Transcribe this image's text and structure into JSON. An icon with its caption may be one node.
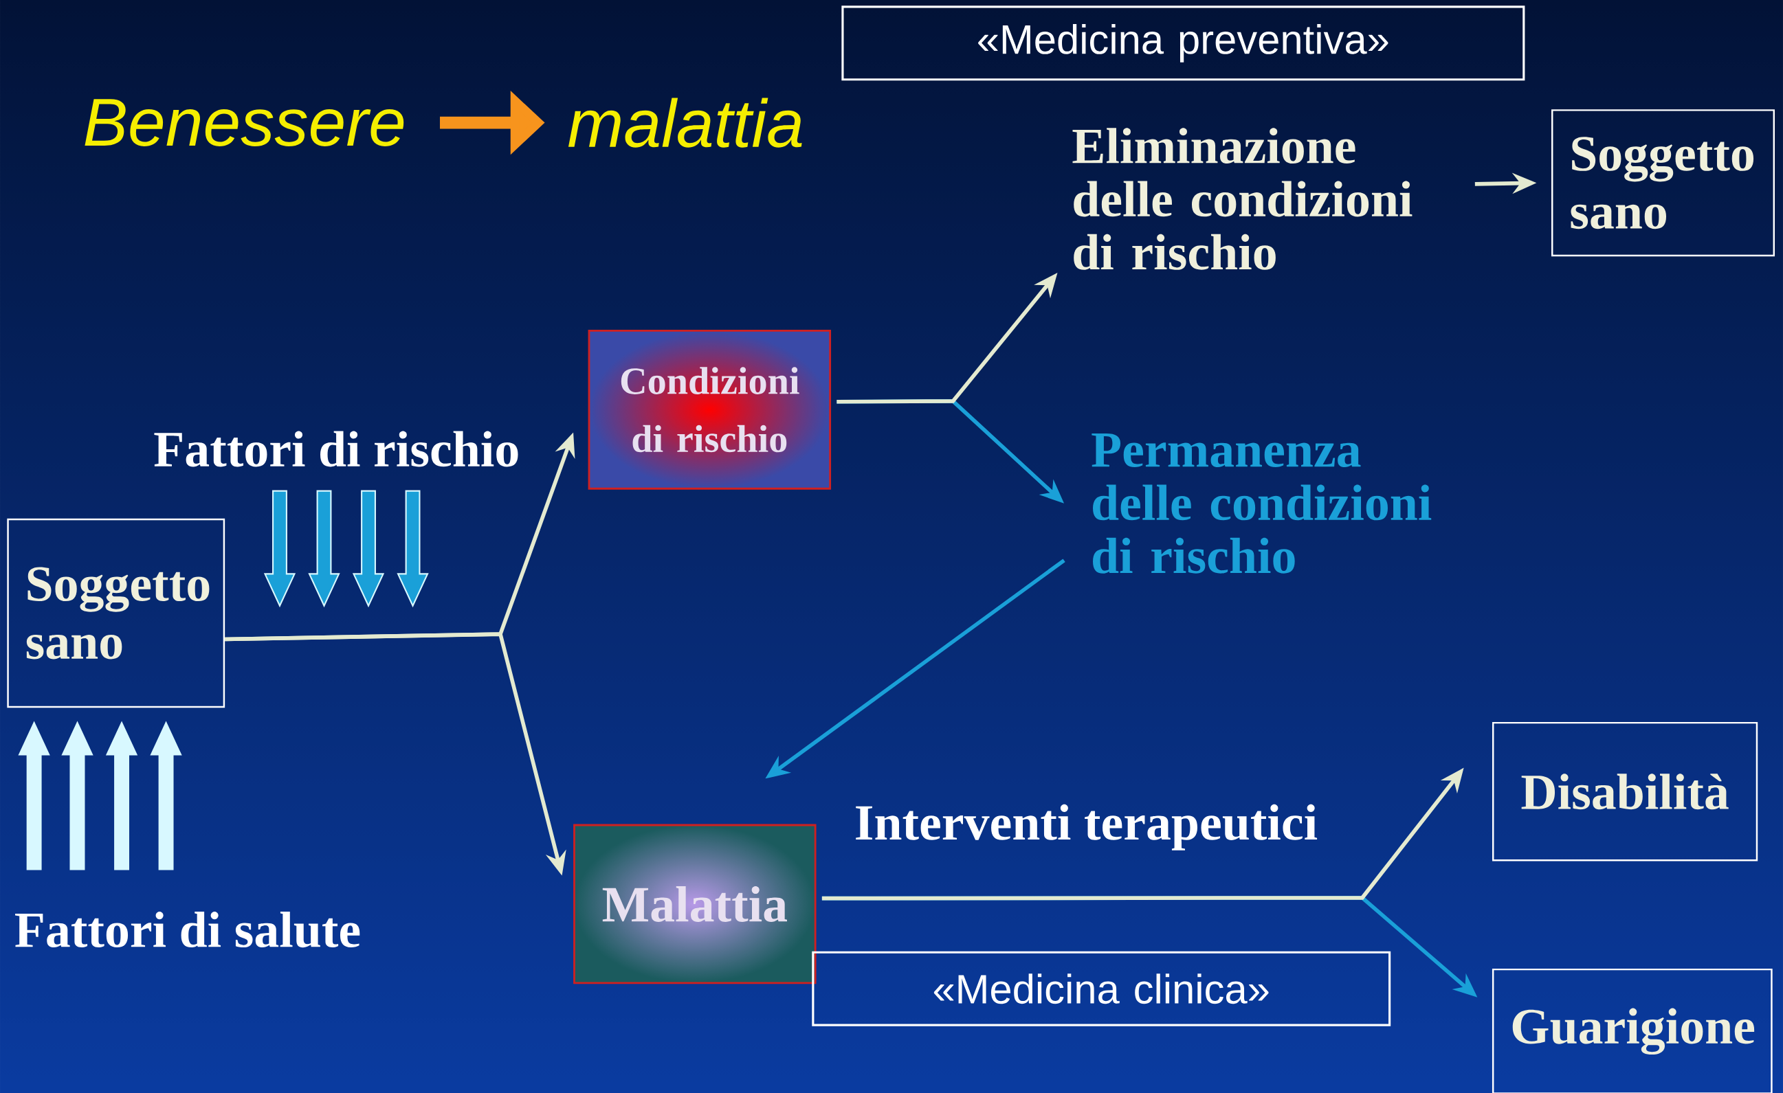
{
  "diagram": {
    "nodes": [
      {
        "text": [
          "Benessere"
        ]
      },
      {
        "text": [
          "malattia"
        ]
      },
      {
        "text": [
          "«Medicina preventiva»"
        ]
      },
      {
        "text": [
          "Soggetto sano"
        ]
      },
      {
        "text": [
          "Condizioni di rischio"
        ]
      },
      {
        "text": [
          "Malattia"
        ]
      },
      {
        "text": [
          "Eliminazione delle condizioni di rischio"
        ]
      },
      {
        "text": [
          "Soggetto sano"
        ]
      },
      {
        "text": [
          "Permanenza delle condizioni di rischio"
        ]
      },
      {
        "text": [
          "Disabilità"
        ]
      },
      {
        "text": [
          "Guarigione"
        ]
      },
      {
        "text": [
          "«Medicina clinica»"
        ]
      }
    ],
    "edges": [
      {
        "from": 0,
        "to": 1,
        "arrow": "to",
        "style": "thick",
        "color": "#f7941d"
      },
      {
        "from": 3,
        "to": 4,
        "arrow": "to"
      },
      {
        "from": 3,
        "to": 5,
        "arrow": "to"
      },
      {
        "from": 4,
        "to": 6,
        "arrow": "to"
      },
      {
        "from": 4,
        "to": 8,
        "arrow": "to",
        "color": "#1aa0d8"
      },
      {
        "from": 6,
        "to": 7,
        "arrow": "to"
      },
      {
        "from": 8,
        "to": 5,
        "arrow": "to",
        "color": "#1aa0d8"
      },
      {
        "from": 5,
        "to": 9,
        "arrow": "to"
      },
      {
        "from": 5,
        "to": 10,
        "arrow": "to",
        "color": "#1aa0d8"
      }
    ],
    "labels": [
      "Fattori di rischio",
      "Fattori di salute",
      "Interventi terapeutici"
    ]
  }
}
